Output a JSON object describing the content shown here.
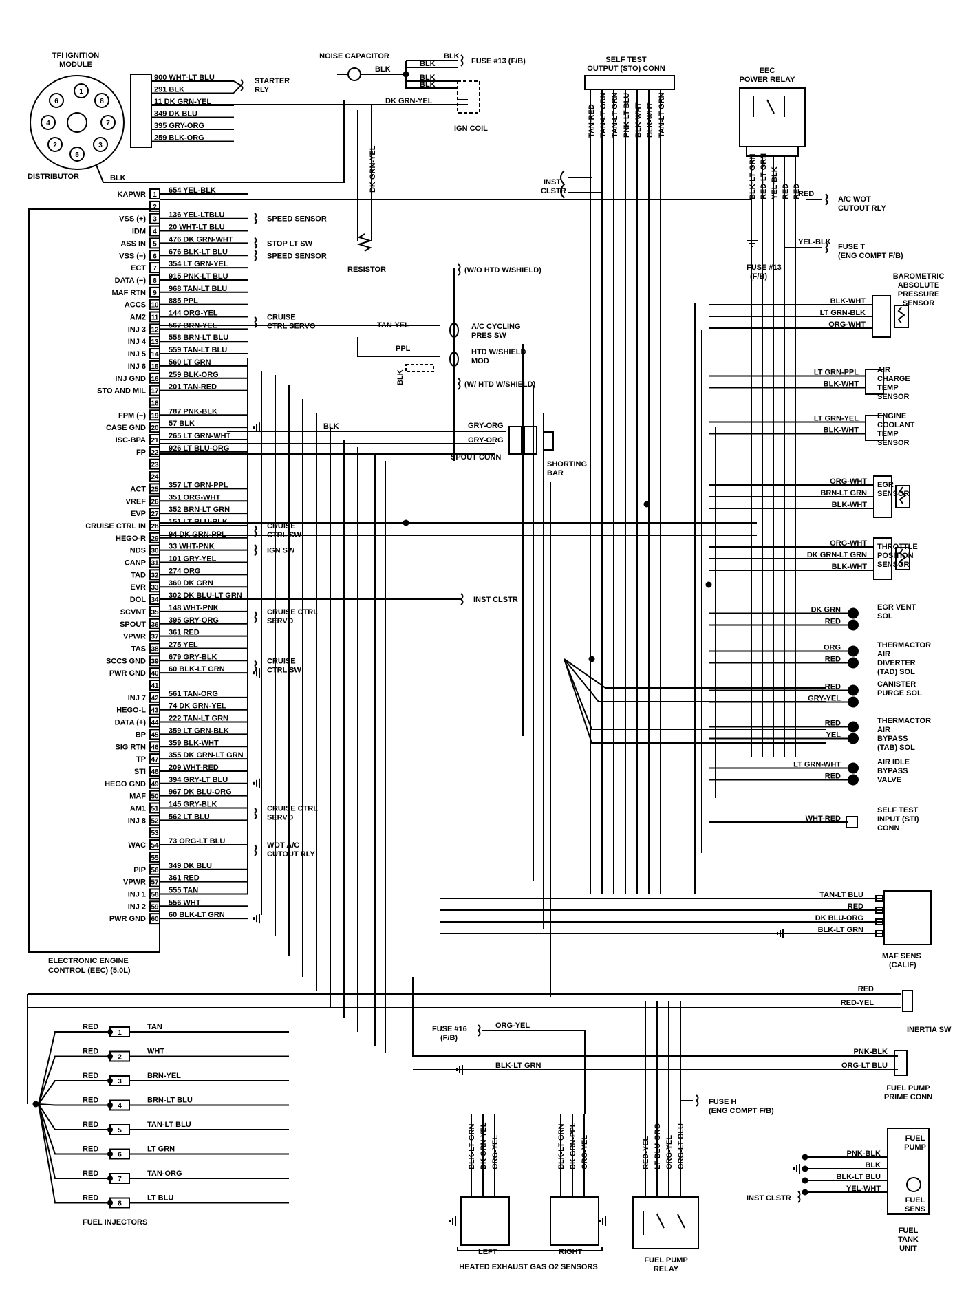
{
  "distributor": {
    "module_title": [
      "TFI IGNITION",
      "MODULE"
    ],
    "label": "DISTRIBUTOR",
    "pins": [
      "1",
      "8",
      "7",
      "3",
      "5",
      "2",
      "4",
      "6"
    ],
    "wires": [
      "900 WHT-LT BLU",
      "291 BLK",
      "11 DK GRN-YEL",
      "349 DK BLU",
      "395 GRY-ORG",
      "259 BLK-ORG"
    ],
    "blk": "BLK",
    "starter": [
      "STARTER",
      "RLY"
    ]
  },
  "ignition": {
    "noise_cap": "NOISE CAPACITOR",
    "blk_labels": [
      "BLK",
      "BLK",
      "BLK",
      "BLK",
      "BLK"
    ],
    "dk_grn_yel": "DK GRN-YEL",
    "fuse13": "FUSE #13 (F/B)",
    "coil": "IGN COIL",
    "resistor": "RESISTOR",
    "vert_dk_grn_yel": "DK GRN-YEL"
  },
  "eec": {
    "label": [
      "ELECTRONIC ENGINE",
      "CONTROL (EEC) (5.0L)"
    ],
    "pins": [
      {
        "n": "1",
        "name": "KAPWR",
        "wire": "654 YEL-BLK"
      },
      {
        "n": "2",
        "name": "",
        "wire": ""
      },
      {
        "n": "3",
        "name": "VSS (+)",
        "wire": "136 YEL-LTBLU"
      },
      {
        "n": "4",
        "name": "IDM",
        "wire": "20 WHT-LT BLU"
      },
      {
        "n": "5",
        "name": "ASS IN",
        "wire": "476 DK GRN-WHT"
      },
      {
        "n": "6",
        "name": "VSS (−)",
        "wire": "676 BLK-LT BLU"
      },
      {
        "n": "7",
        "name": "ECT",
        "wire": "354 LT GRN-YEL"
      },
      {
        "n": "8",
        "name": "DATA (−)",
        "wire": "915 PNK-LT BLU"
      },
      {
        "n": "9",
        "name": "MAF RTN",
        "wire": "968 TAN-LT BLU"
      },
      {
        "n": "10",
        "name": "ACCS",
        "wire": "885 PPL"
      },
      {
        "n": "11",
        "name": "AM2",
        "wire": "144 ORG-YEL"
      },
      {
        "n": "12",
        "name": "INJ 3",
        "wire": "567 BRN-YEL"
      },
      {
        "n": "13",
        "name": "INJ 4",
        "wire": "558 BRN-LT BLU"
      },
      {
        "n": "14",
        "name": "INJ 5",
        "wire": "559 TAN-LT BLU"
      },
      {
        "n": "15",
        "name": "INJ 6",
        "wire": "560 LT GRN"
      },
      {
        "n": "16",
        "name": "INJ GND",
        "wire": "259 BLK-ORG"
      },
      {
        "n": "17",
        "name": "STO AND MIL",
        "wire": "201 TAN-RED"
      },
      {
        "n": "18",
        "name": "",
        "wire": ""
      },
      {
        "n": "19",
        "name": "FPM (−)",
        "wire": "787 PNK-BLK"
      },
      {
        "n": "20",
        "name": "CASE GND",
        "wire": "57 BLK"
      },
      {
        "n": "21",
        "name": "ISC-BPA",
        "wire": "265 LT GRN-WHT"
      },
      {
        "n": "22",
        "name": "FP",
        "wire": "926 LT BLU-ORG"
      },
      {
        "n": "23",
        "name": "",
        "wire": ""
      },
      {
        "n": "24",
        "name": "",
        "wire": ""
      },
      {
        "n": "25",
        "name": "ACT",
        "wire": "357 LT GRN-PPL"
      },
      {
        "n": "26",
        "name": "VREF",
        "wire": "351 ORG-WHT"
      },
      {
        "n": "27",
        "name": "EVP",
        "wire": "352 BRN-LT GRN"
      },
      {
        "n": "28",
        "name": "CRUISE CTRL IN",
        "wire": "151 LT BLU-BLK"
      },
      {
        "n": "29",
        "name": "HEGO-R",
        "wire": "94 DK GRN-PPL"
      },
      {
        "n": "30",
        "name": "NDS",
        "wire": "33 WHT-PNK"
      },
      {
        "n": "31",
        "name": "CANP",
        "wire": "101 GRY-YEL"
      },
      {
        "n": "32",
        "name": "TAD",
        "wire": "274 ORG"
      },
      {
        "n": "33",
        "name": "EVR",
        "wire": "360 DK GRN"
      },
      {
        "n": "34",
        "name": "DOL",
        "wire": "302 DK BLU-LT GRN"
      },
      {
        "n": "35",
        "name": "SCVNT",
        "wire": "148 WHT-PNK"
      },
      {
        "n": "36",
        "name": "SPOUT",
        "wire": "395 GRY-ORG"
      },
      {
        "n": "37",
        "name": "VPWR",
        "wire": "361 RED"
      },
      {
        "n": "38",
        "name": "TAS",
        "wire": "275 YEL"
      },
      {
        "n": "39",
        "name": "SCCS GND",
        "wire": "679 GRY-BLK"
      },
      {
        "n": "40",
        "name": "PWR GND",
        "wire": "60 BLK-LT GRN"
      },
      {
        "n": "41",
        "name": "",
        "wire": ""
      },
      {
        "n": "42",
        "name": "INJ 7",
        "wire": "561 TAN-ORG"
      },
      {
        "n": "43",
        "name": "HEGO-L",
        "wire": "74 DK GRN-YEL"
      },
      {
        "n": "44",
        "name": "DATA (+)",
        "wire": "222 TAN-LT GRN"
      },
      {
        "n": "45",
        "name": "BP",
        "wire": "359 LT GRN-BLK"
      },
      {
        "n": "46",
        "name": "SIG RTN",
        "wire": "359 BLK-WHT"
      },
      {
        "n": "47",
        "name": "TP",
        "wire": "355 DK GRN-LT GRN"
      },
      {
        "n": "48",
        "name": "STI",
        "wire": "209 WHT-RED"
      },
      {
        "n": "49",
        "name": "HEGO GND",
        "wire": "394 GRY-LT BLU"
      },
      {
        "n": "50",
        "name": "MAF",
        "wire": "967 DK BLU-ORG"
      },
      {
        "n": "51",
        "name": "AM1",
        "wire": "145 GRY-BLK"
      },
      {
        "n": "52",
        "name": "INJ 8",
        "wire": "562 LT BLU"
      },
      {
        "n": "53",
        "name": "",
        "wire": ""
      },
      {
        "n": "54",
        "name": "WAC",
        "wire": "73 ORG-LT BLU"
      },
      {
        "n": "55",
        "name": "",
        "wire": ""
      },
      {
        "n": "56",
        "name": "PIP",
        "wire": "349 DK BLU"
      },
      {
        "n": "57",
        "name": "VPWR",
        "wire": "361 RED"
      },
      {
        "n": "58",
        "name": "INJ 1",
        "wire": "555 TAN"
      },
      {
        "n": "59",
        "name": "INJ 2",
        "wire": "556 WHT"
      },
      {
        "n": "60",
        "name": "PWR GND",
        "wire": "60 BLK-LT GRN"
      }
    ],
    "callouts": {
      "speed1": "SPEED SENSOR",
      "stop": "STOP LT SW",
      "speed2": "SPEED SENSOR",
      "cruise_servo1": [
        "CRUISE",
        "CTRL SERVO"
      ],
      "cruise_sw1": [
        "CRUISE",
        "CTRL SW"
      ],
      "ign_sw": "IGN SW",
      "inst_clstr": "INST CLSTR",
      "cruise_servo2": [
        "CRUISE CTRL",
        "SERVO"
      ],
      "cruise_sw2": [
        "CRUISE",
        "CTRL SW"
      ],
      "cruise_servo3": [
        "CRUISE CTRL",
        "SERVO"
      ],
      "wot": [
        "WOT A/C",
        "CUTOUT RLY"
      ]
    }
  },
  "middle": {
    "wo_htd": "(W/O HTD W/SHIELD)",
    "tan_yel": "TAN-YEL",
    "ppl": "PPL",
    "ac_cycling": [
      "A/C CYCLING",
      "PRES SW"
    ],
    "htd_mod": [
      "HTD W/SHIELD",
      "MOD"
    ],
    "w_htd": "(W/ HTD W/SHIELD)",
    "blk_v": "BLK",
    "blk_h": "BLK",
    "gry_org1": "GRY-ORG",
    "gry_org2": "GRY-ORG",
    "spout": "SPOUT CONN",
    "shorting": [
      "SHORTING",
      "BAR"
    ]
  },
  "sto": {
    "title": [
      "SELF TEST",
      "OUTPUT (STO) CONN"
    ],
    "wires": [
      "TAN-RED",
      "TAN-LT GRN",
      "TAN-LT GRN",
      "PNK-LT BLU",
      "BLK-WHT",
      "BLK-WHT",
      "TAN-LT GRN"
    ],
    "inst": [
      "INST",
      "CLSTR"
    ]
  },
  "relay": {
    "title": [
      "EEC",
      "POWER RELAY"
    ],
    "wires": [
      "BLK-LT GRN",
      "RED-LT GRN",
      "YEL-BLK",
      "RED",
      "RED"
    ],
    "fuse13": [
      "FUSE #13",
      "(F/B)"
    ],
    "red": "RED",
    "ac_wot": [
      "A/C WOT",
      "CUTOUT RLY"
    ],
    "yel_blk": "YEL-BLK",
    "fuse_t": [
      "FUSE T",
      "(ENG COMPT F/B)"
    ]
  },
  "sensors": [
    {
      "name": [
        "BAROMETRIC",
        "ABSOLUTE",
        "PRESSURE",
        "SENSOR"
      ],
      "wires": [
        "BLK-WHT",
        "LT GRN-BLK",
        "ORG-WHT"
      ]
    },
    {
      "name": [
        "AIR",
        "CHARGE",
        "TEMP",
        "SENSOR"
      ],
      "wires": [
        "LT GRN-PPL",
        "BLK-WHT"
      ]
    },
    {
      "name": [
        "ENGINE",
        "COOLANT",
        "TEMP",
        "SENSOR"
      ],
      "wires": [
        "LT GRN-YEL",
        "BLK-WHT"
      ]
    },
    {
      "name": [
        "EGR",
        "SENSOR"
      ],
      "wires": [
        "ORG-WHT",
        "BRN-LT GRN",
        "BLK-WHT"
      ]
    },
    {
      "name": [
        "THROTTLE",
        "POSITION",
        "SENSOR"
      ],
      "wires": [
        "ORG-WHT",
        "DK GRN-LT GRN",
        "BLK-WHT"
      ]
    },
    {
      "name": [
        "EGR VENT",
        "SOL"
      ],
      "wires": [
        "DK GRN",
        "RED"
      ]
    },
    {
      "name": [
        "THERMACTOR",
        "AIR",
        "DIVERTER",
        "(TAD) SOL"
      ],
      "wires": [
        "ORG",
        "RED"
      ]
    },
    {
      "name": [
        "CANISTER",
        "PURGE SOL"
      ],
      "wires": [
        "RED",
        "GRY-YEL"
      ]
    },
    {
      "name": [
        "THERMACTOR",
        "AIR",
        "BYPASS",
        "(TAB) SOL"
      ],
      "wires": [
        "RED",
        "YEL"
      ]
    },
    {
      "name": [
        "AIR IDLE",
        "BYPASS",
        "VALVE"
      ],
      "wires": [
        "LT GRN-WHT",
        "RED"
      ]
    },
    {
      "name": [
        "SELF TEST",
        "INPUT (STI)",
        "CONN"
      ],
      "wires": [
        "WHT-RED"
      ]
    }
  ],
  "maf": {
    "wires": [
      "TAN-LT BLU",
      "RED",
      "DK BLU-ORG",
      "BLK-LT GRN"
    ],
    "label": [
      "MAF SENS",
      "(CALIF)"
    ]
  },
  "inertia": {
    "wires": [
      "RED",
      "RED-YEL"
    ],
    "label": "INERTIA SW"
  },
  "injectors": {
    "label": "FUEL INJECTORS",
    "items": [
      {
        "n": "1",
        "red": "RED",
        "wire": "TAN"
      },
      {
        "n": "2",
        "red": "RED",
        "wire": "WHT"
      },
      {
        "n": "3",
        "red": "RED",
        "wire": "BRN-YEL"
      },
      {
        "n": "4",
        "red": "RED",
        "wire": "BRN-LT BLU"
      },
      {
        "n": "5",
        "red": "RED",
        "wire": "TAN-LT BLU"
      },
      {
        "n": "6",
        "red": "RED",
        "wire": "LT GRN"
      },
      {
        "n": "7",
        "red": "RED",
        "wire": "TAN-ORG"
      },
      {
        "n": "8",
        "red": "RED",
        "wire": "LT BLU"
      }
    ]
  },
  "bottom": {
    "fuse16": [
      "FUSE #16",
      "(F/B)"
    ],
    "org_yel": "ORG-YEL",
    "blk_lt_grn": "BLK-LT GRN",
    "o2_left": [
      "BLK-LT GRN",
      "DK GRN-YEL",
      "ORG-YEL"
    ],
    "o2_right": [
      "BLK-LT GRN",
      "DK GRN-PPL",
      "ORG-YEL"
    ],
    "left": "LEFT",
    "right": "RIGHT",
    "heated": "HEATED EXHAUST GAS O2 SENSORS",
    "fp_relay_wires": [
      "RED-YEL",
      "LT BLU-ORG",
      "ORG-YEL",
      "ORG-LT BLU"
    ],
    "fuse_h": [
      "FUSE H",
      "(ENG COMPT F/B)"
    ],
    "fp_relay": [
      "FUEL PUMP",
      "RELAY"
    ],
    "prime_wires": [
      "PNK-BLK",
      "ORG-LT BLU"
    ],
    "prime": [
      "FUEL PUMP",
      "PRIME CONN"
    ],
    "tank_wires": [
      "PNK-BLK",
      "BLK",
      "BLK-LT BLU",
      "YEL-WHT"
    ],
    "inst_clstr": "INST CLSTR",
    "pump": [
      "FUEL",
      "PUMP"
    ],
    "sens": [
      "FUEL",
      "SENS"
    ],
    "tank": [
      "FUEL",
      "TANK",
      "UNIT"
    ]
  }
}
